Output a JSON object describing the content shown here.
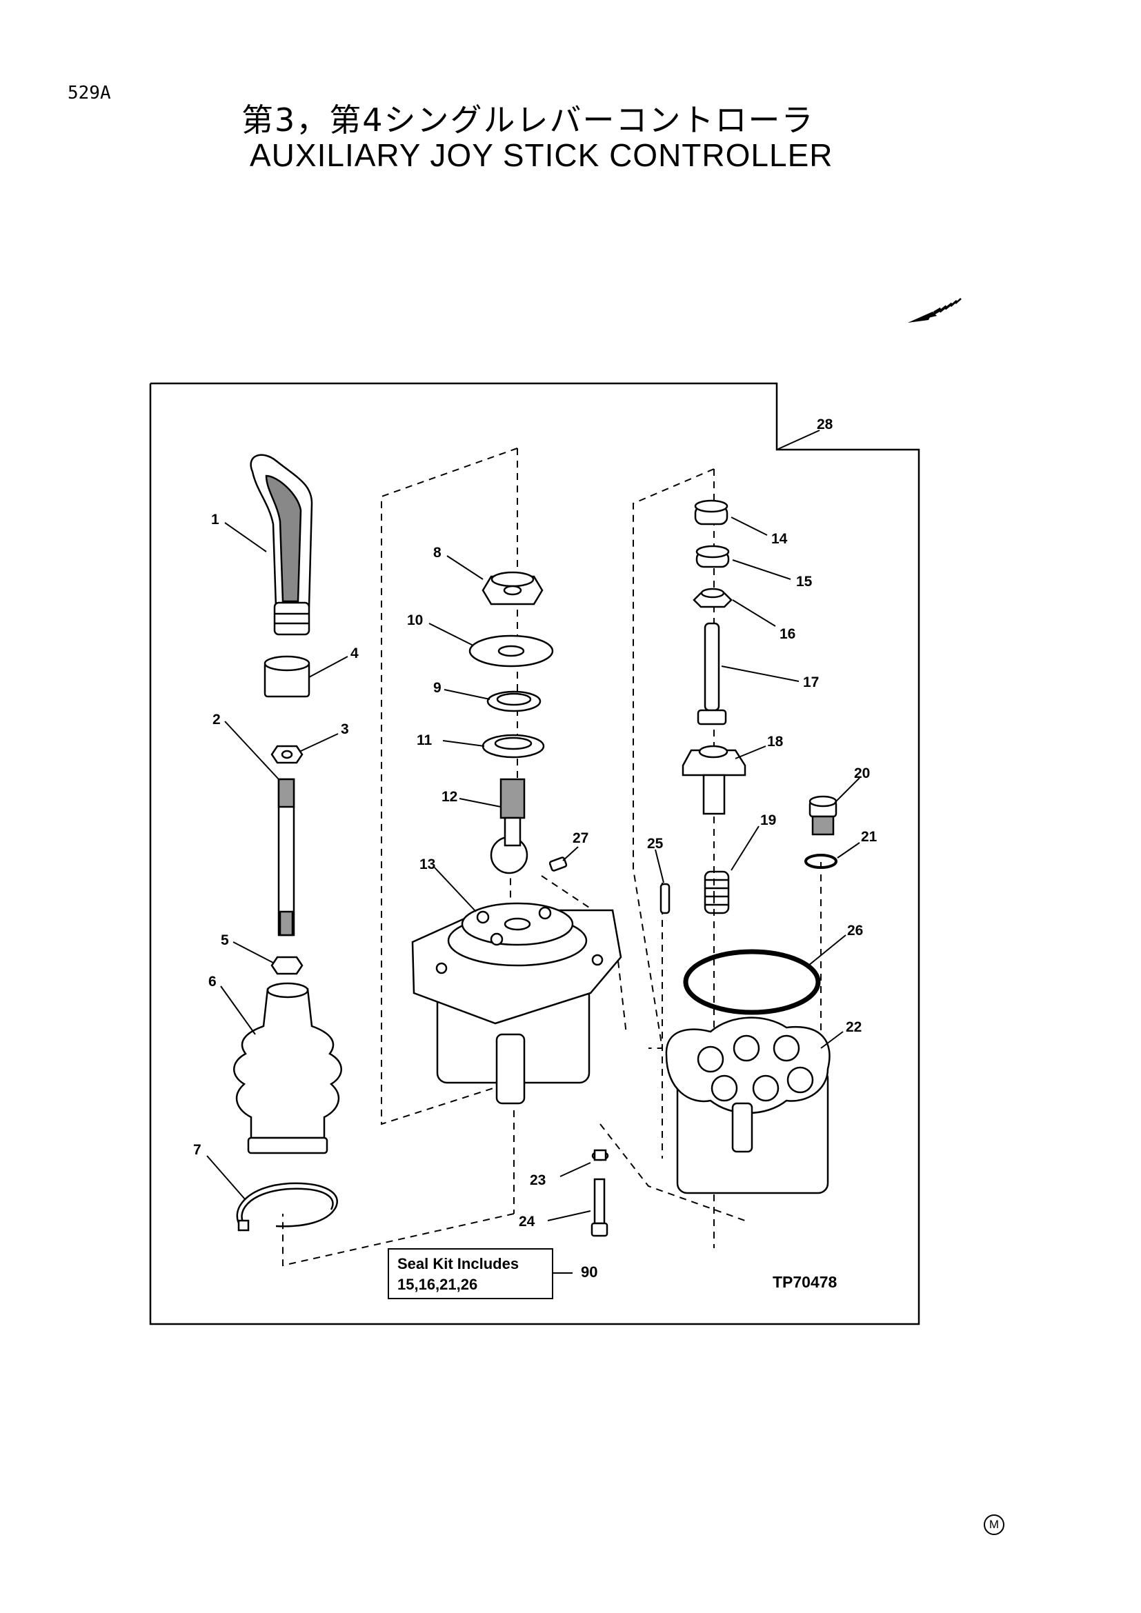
{
  "page_number": "529A",
  "title_jp": "第3，第4シングルレバーコントローラ",
  "title_en": "AUXILIARY JOY STICK CONTROLLER",
  "seal_kit": {
    "line1": "Seal Kit Includes",
    "line2": "15,16,21,26",
    "ref": "90"
  },
  "figure_id": "TP70478",
  "mark": "M",
  "callouts": {
    "c1": "1",
    "c2": "2",
    "c3": "3",
    "c4": "4",
    "c5": "5",
    "c6": "6",
    "c7": "7",
    "c8": "8",
    "c9": "9",
    "c10": "10",
    "c11": "11",
    "c12": "12",
    "c13": "13",
    "c14": "14",
    "c15": "15",
    "c16": "16",
    "c17": "17",
    "c18": "18",
    "c19": "19",
    "c20": "20",
    "c21": "21",
    "c22": "22",
    "c23": "23",
    "c24": "24",
    "c25": "25",
    "c26": "26",
    "c27": "27",
    "c28": "28"
  },
  "icons": {
    "direction": "front-direction-arrow-icon"
  }
}
